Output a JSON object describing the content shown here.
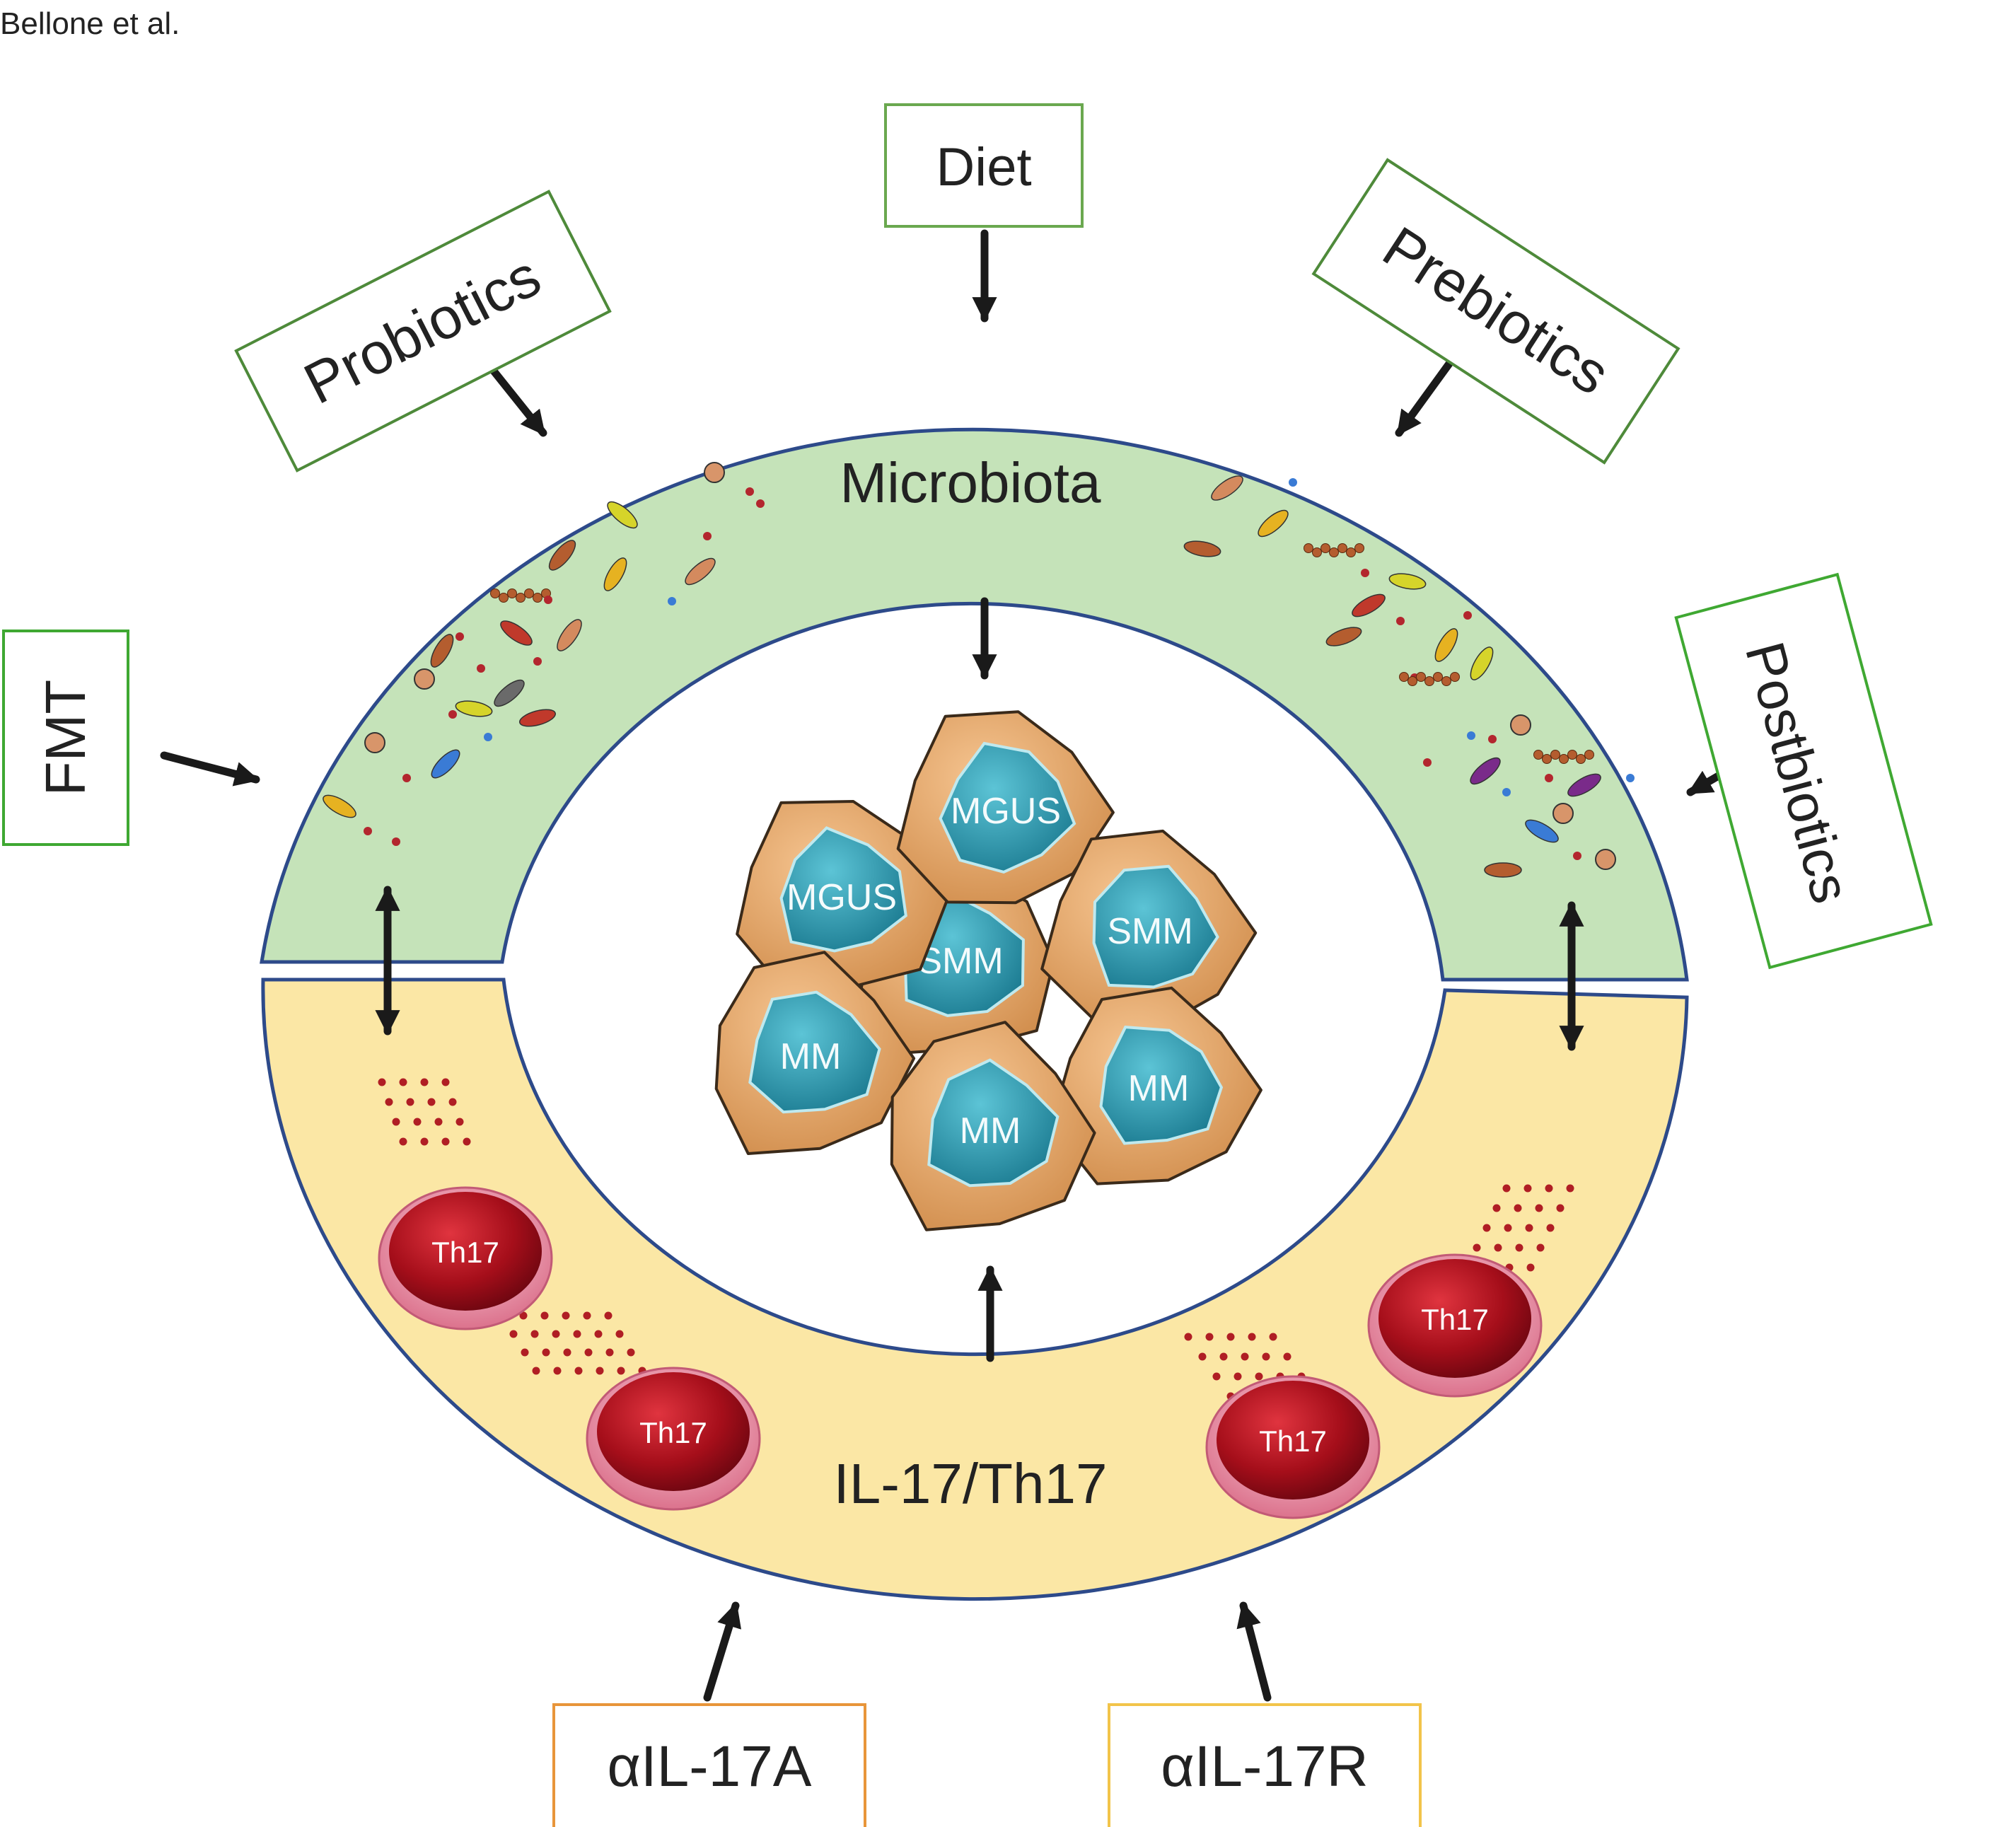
{
  "author": "Bellone et al.",
  "rings": {
    "outer": "Microbiota",
    "inner": "IL-17/Th17"
  },
  "interventions": {
    "diet": "Diet",
    "probiotics": "Probiotics",
    "prebiotics": "Prebiotics",
    "fmt": "FMT",
    "postbiotics": "Postbiotics",
    "anti_il17a": "αIL-17A",
    "anti_il17r": "αIL-17R"
  },
  "cells": {
    "mgus": "MGUS",
    "smm": "SMM",
    "mm": "MM",
    "th17": "Th17"
  },
  "colors": {
    "microbiota_fill": "#c5e3b9",
    "il17_fill": "#fbe7a5",
    "ring_stroke": "#2d4a8a",
    "box_green": "#6aa84f",
    "box_light_green": "#5fbf3f",
    "box_orange": "#e8953a",
    "box_yellow": "#f2c44a",
    "plasma_cell": "#e6a866",
    "nucleus": "#2f9cb0",
    "th17_cell": "#a50e1a",
    "cytokine_dot": "#b01e24"
  }
}
